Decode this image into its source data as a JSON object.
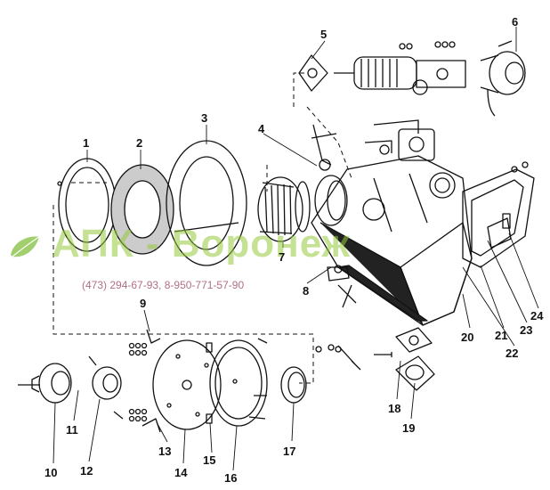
{
  "watermark": {
    "title": "АПК - Воронеж",
    "phones": "(473) 294-67-93, 8-950-771-57-90",
    "logo_color": "#8bc34a"
  },
  "callouts": [
    "1",
    "2",
    "3",
    "4",
    "5",
    "6",
    "7",
    "8",
    "9",
    "10",
    "11",
    "12",
    "13",
    "14",
    "15",
    "16",
    "17",
    "18",
    "19",
    "20",
    "21",
    "22",
    "23",
    "24"
  ]
}
